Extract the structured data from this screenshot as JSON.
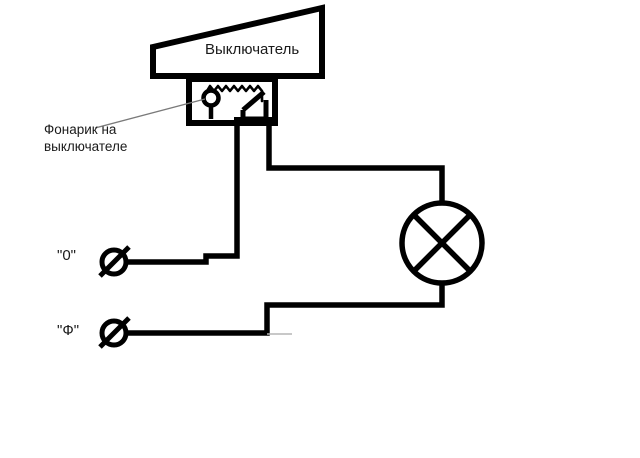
{
  "diagram": {
    "title_label": "Выключатель",
    "callout_label": "Фонарик на\nвыключателе",
    "neutral_label": "\"0\"",
    "phase_label": "\"Ф\"",
    "colors": {
      "wire": "#000000",
      "outline": "#000000",
      "background": "#ffffff",
      "leader": "#7a7a7a",
      "text": "#1a1a1a"
    },
    "components": {
      "switch_body": "switch-enclosure",
      "switch_faceplate": "switch-faceplate-trapezoid",
      "indicator_lamp": "indicator-lamp-circle",
      "resistor": "resistor-zigzag",
      "switch_lever": "switch-lever-contact",
      "lamp": "lamp-symbol-circle-cross",
      "neutral_terminal": "terminal-slashed-circle",
      "phase_terminal": "terminal-slashed-circle"
    },
    "wires": [
      {
        "name": "neutral-run",
        "from": "neutral-terminal",
        "to": "switch-terminal-left"
      },
      {
        "name": "switch-to-lamp",
        "from": "switch-terminal-right",
        "to": "lamp-top"
      },
      {
        "name": "phase-run",
        "from": "phase-terminal",
        "to": "lamp-bottom"
      }
    ]
  }
}
